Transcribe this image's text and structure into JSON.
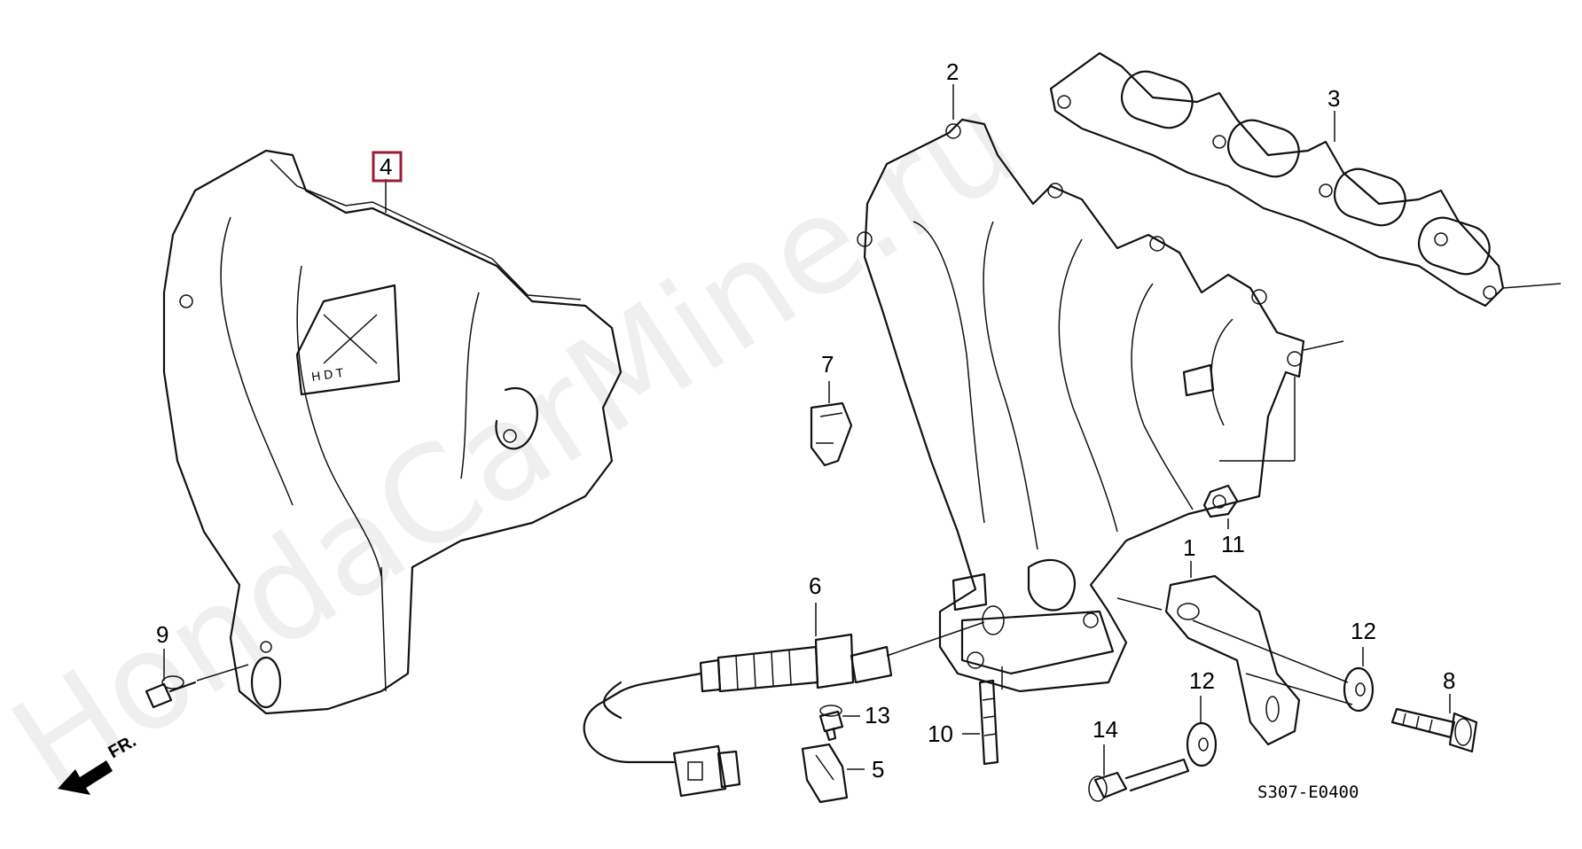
{
  "watermark": "HondaCarMine.ru",
  "diagram_code": "S307-E0400",
  "direction_label": "FR.",
  "colors": {
    "highlight_box": "#9b1b3a",
    "line": "#111111"
  },
  "callouts": [
    {
      "id": "c1",
      "label": "1"
    },
    {
      "id": "c2",
      "label": "2"
    },
    {
      "id": "c3",
      "label": "3"
    },
    {
      "id": "c4",
      "label": "4",
      "highlighted": true
    },
    {
      "id": "c5",
      "label": "5"
    },
    {
      "id": "c6",
      "label": "6"
    },
    {
      "id": "c7",
      "label": "7"
    },
    {
      "id": "c8",
      "label": "8"
    },
    {
      "id": "c9",
      "label": "9"
    },
    {
      "id": "c10",
      "label": "10"
    },
    {
      "id": "c11",
      "label": "11"
    },
    {
      "id": "c12a",
      "label": "12"
    },
    {
      "id": "c12b",
      "label": "12"
    },
    {
      "id": "c13",
      "label": "13"
    },
    {
      "id": "c14",
      "label": "14"
    }
  ]
}
